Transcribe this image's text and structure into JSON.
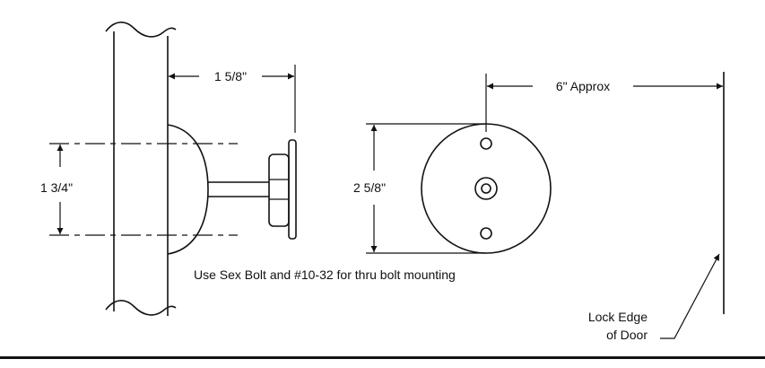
{
  "dimensions": {
    "projection": "1 5/8\"",
    "rose_diameter": "1 3/4\"",
    "plate_diameter": "2 5/8\"",
    "lock_edge_distance": "6\" Approx"
  },
  "notes": {
    "mounting": "Use Sex Bolt and #10-32 for thru bolt mounting",
    "lock_edge_line1": "Lock Edge",
    "lock_edge_line2": "of Door"
  }
}
